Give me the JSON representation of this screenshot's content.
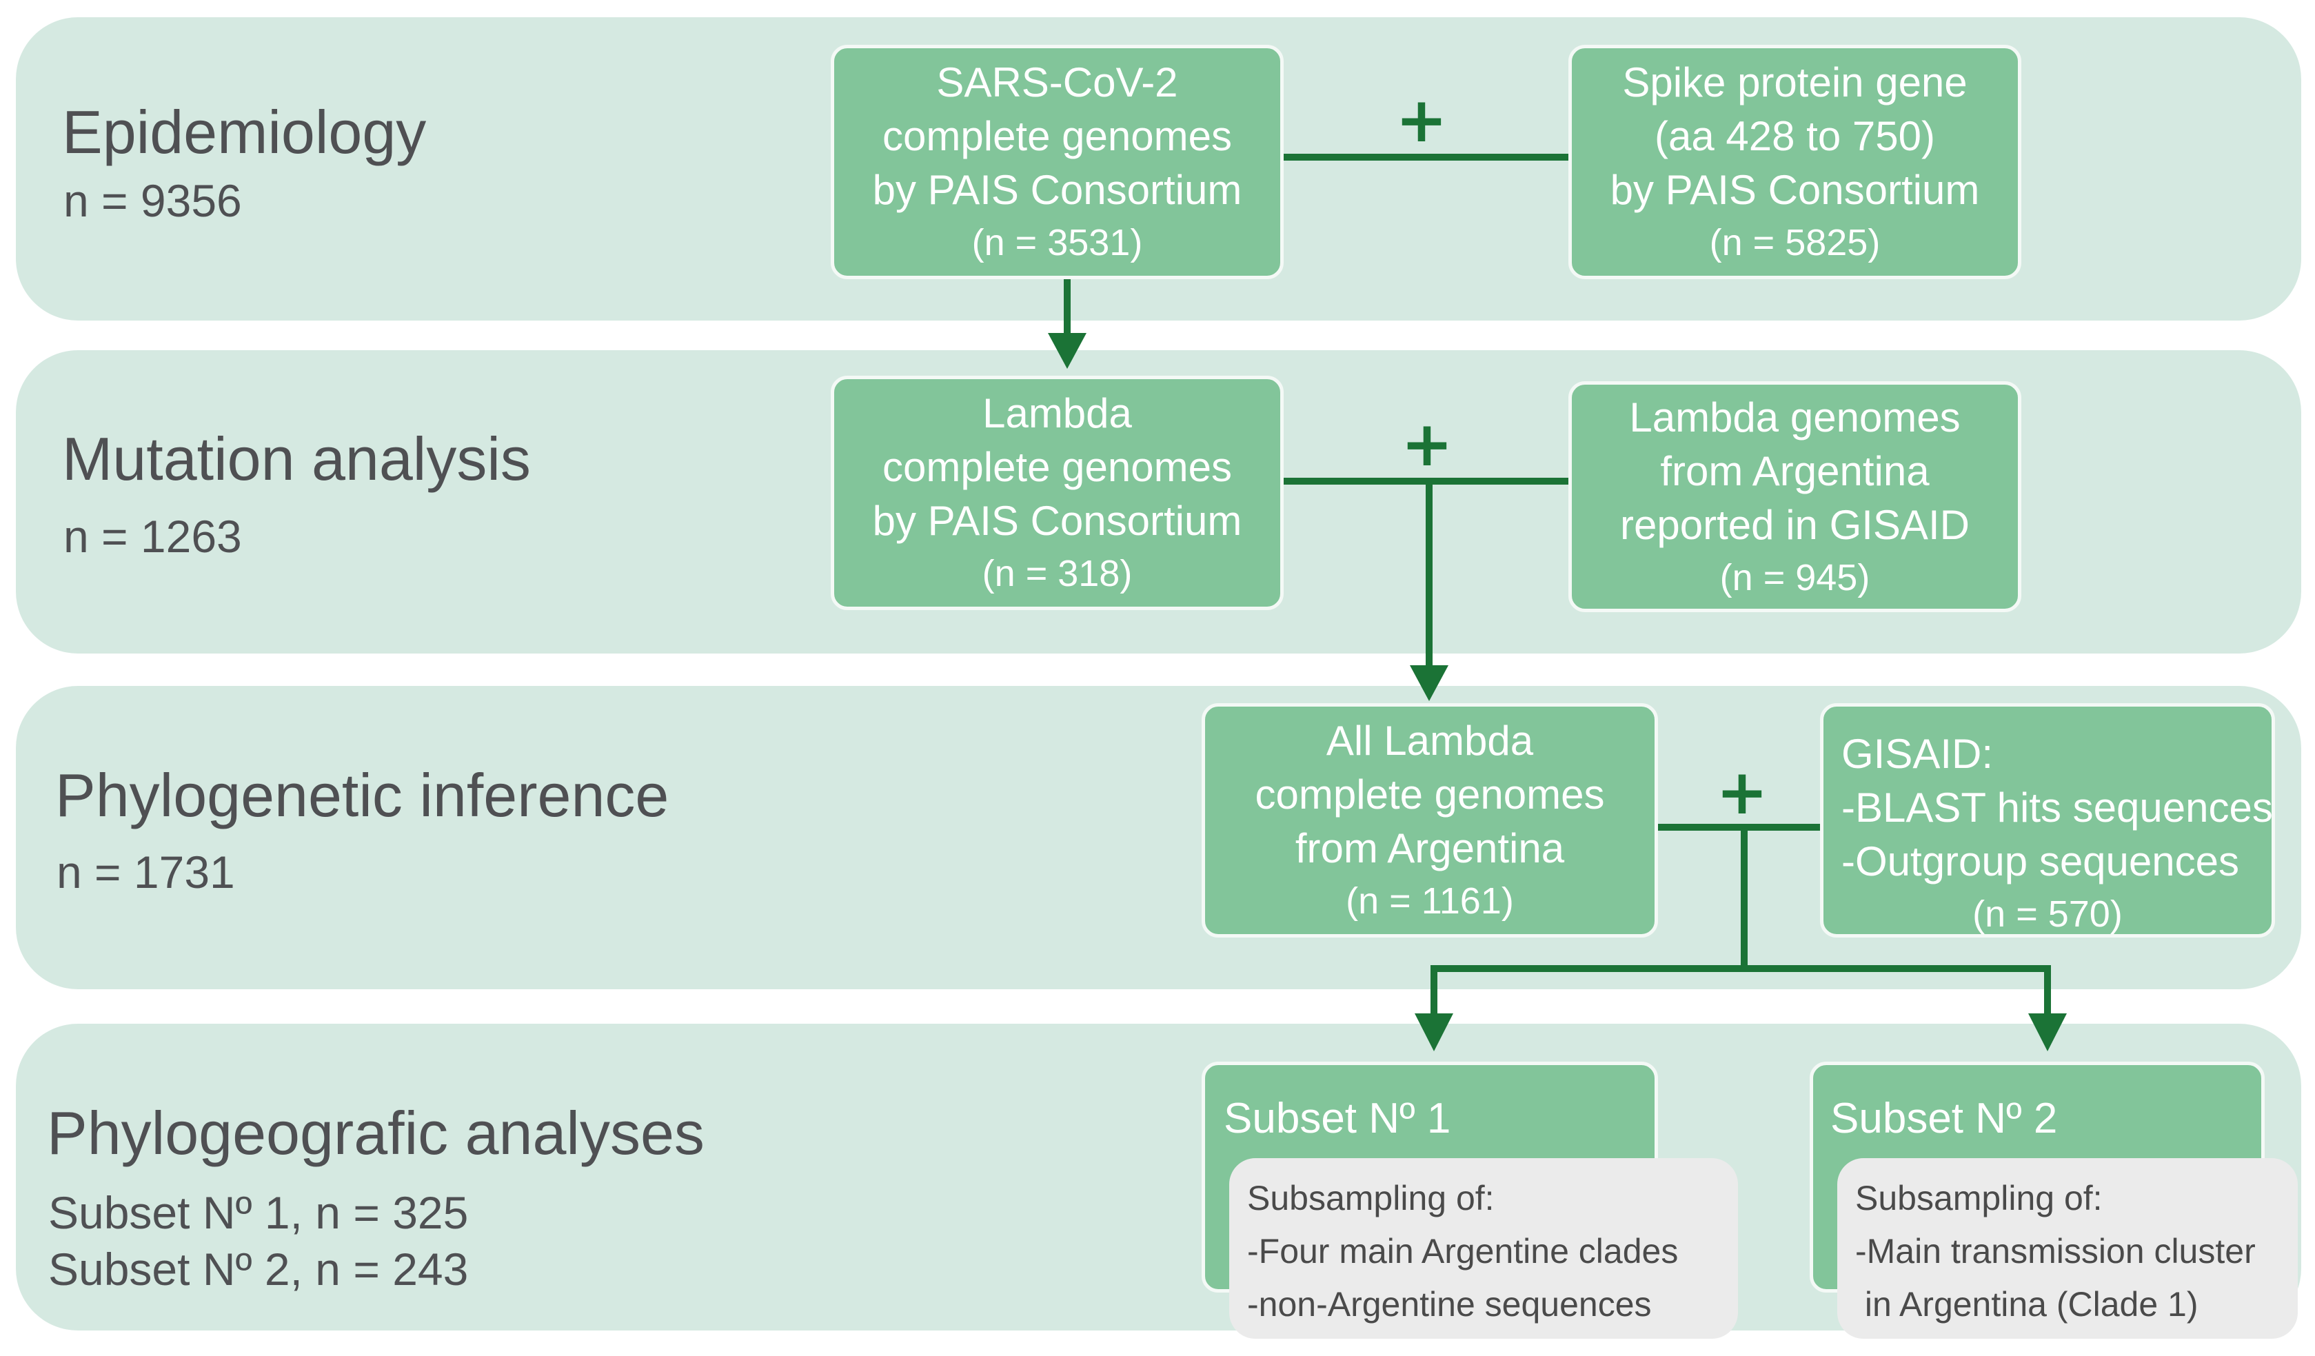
{
  "bands": {
    "epidemiology": {
      "title": "Epidemiology",
      "count": "n = 9356"
    },
    "mutation": {
      "title": "Mutation analysis",
      "count": "n = 1263"
    },
    "phylogenetic": {
      "title": "Phylogenetic inference",
      "count": "n = 1731"
    },
    "phylogeografic": {
      "title": "Phylogeografic analyses",
      "line1": "Subset Nº 1, n = 325",
      "line2": "Subset Nº 2, n = 243"
    }
  },
  "boxes": {
    "sars_genomes": {
      "lines": [
        "SARS-CoV-2",
        "complete genomes",
        "by PAIS Consortium"
      ],
      "n": "(n = 3531)"
    },
    "spike_gene": {
      "lines": [
        "Spike protein gene",
        "(aa 428 to 750)",
        "by PAIS Consortium"
      ],
      "n": "(n = 5825)"
    },
    "lambda_pais": {
      "lines": [
        "Lambda",
        "complete genomes",
        "by PAIS Consortium"
      ],
      "n": "(n = 318)"
    },
    "lambda_gisaid": {
      "lines": [
        "Lambda genomes",
        "from Argentina",
        "reported in GISAID"
      ],
      "n": "(n = 945)"
    },
    "all_lambda": {
      "lines": [
        "All Lambda",
        "complete genomes",
        "from Argentina"
      ],
      "n": "(n = 1161)"
    },
    "gisaid_other": {
      "lines": [
        "GISAID:",
        "-BLAST hits sequences",
        "-Outgroup sequences"
      ],
      "n": "(n = 570)"
    }
  },
  "subsets": {
    "subset1": {
      "title": "Subset Nº 1",
      "note": [
        "Subsampling of:",
        "-Four main Argentine clades",
        "-non-Argentine sequences"
      ]
    },
    "subset2": {
      "title": "Subset Nº 2",
      "note": [
        "Subsampling of:",
        "-Main transmission cluster",
        " in Argentina (Clade 1)"
      ]
    }
  },
  "connectors": {
    "plus_symbol": "+"
  },
  "colors": {
    "band": "#d5e9e1",
    "box": "#82c59a",
    "connector": "#1b7336",
    "note": "#ebebeb",
    "label_text": "#4f5053"
  }
}
